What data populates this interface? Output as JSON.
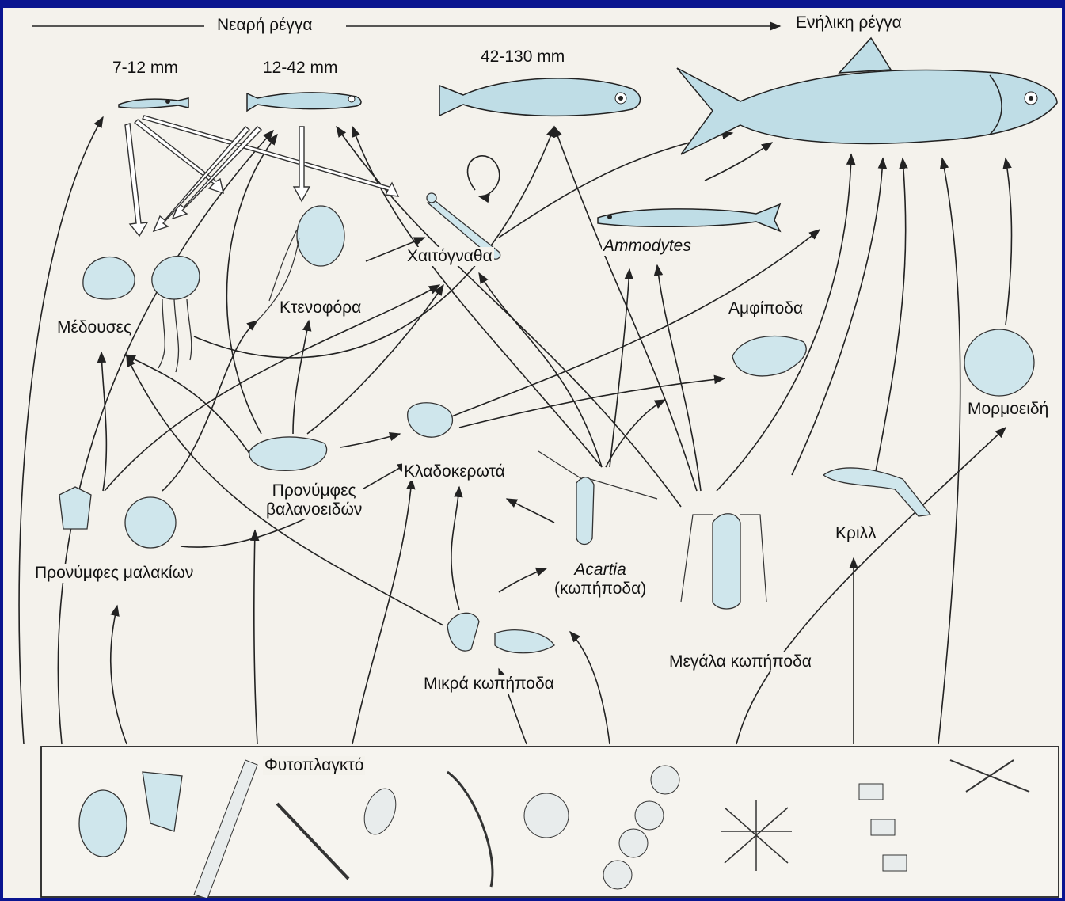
{
  "title_line": {
    "left_label": "Νεαρή ρέγγα",
    "right_label": "Ενήλικη ρέγγα"
  },
  "size_labels": [
    "7-12 mm",
    "12-42 mm",
    "42-130 mm"
  ],
  "groups": {
    "chaetognaths": "Χαιτόγναθα",
    "ammodytes": "Ammodytes",
    "medusae": "Μέδουσες",
    "ctenophores": "Κτενοφόρα",
    "amphipods": "Αμφίποδα",
    "larvaceans": "Μορμοειδή",
    "cladocerans": "Κλαδοκερωτά",
    "barnacle_larvae_1": "Προνύμφες",
    "barnacle_larvae_2": "βαλανοειδών",
    "krill": "Κριλλ",
    "acartia_1": "Acartia",
    "acartia_2": "(κωπήποδα)",
    "mollusc_larvae": "Προνύμφες μαλακίων",
    "large_copepods": "Μεγάλα κωπήποδα",
    "small_copepods": "Μικρά κωπήποδα",
    "phytoplankton": "Φυτοπλαγκτό"
  },
  "colors": {
    "frame": "#0a1590",
    "organism_fill": "#bfdde6",
    "page_bg": "#f4f2ec"
  }
}
